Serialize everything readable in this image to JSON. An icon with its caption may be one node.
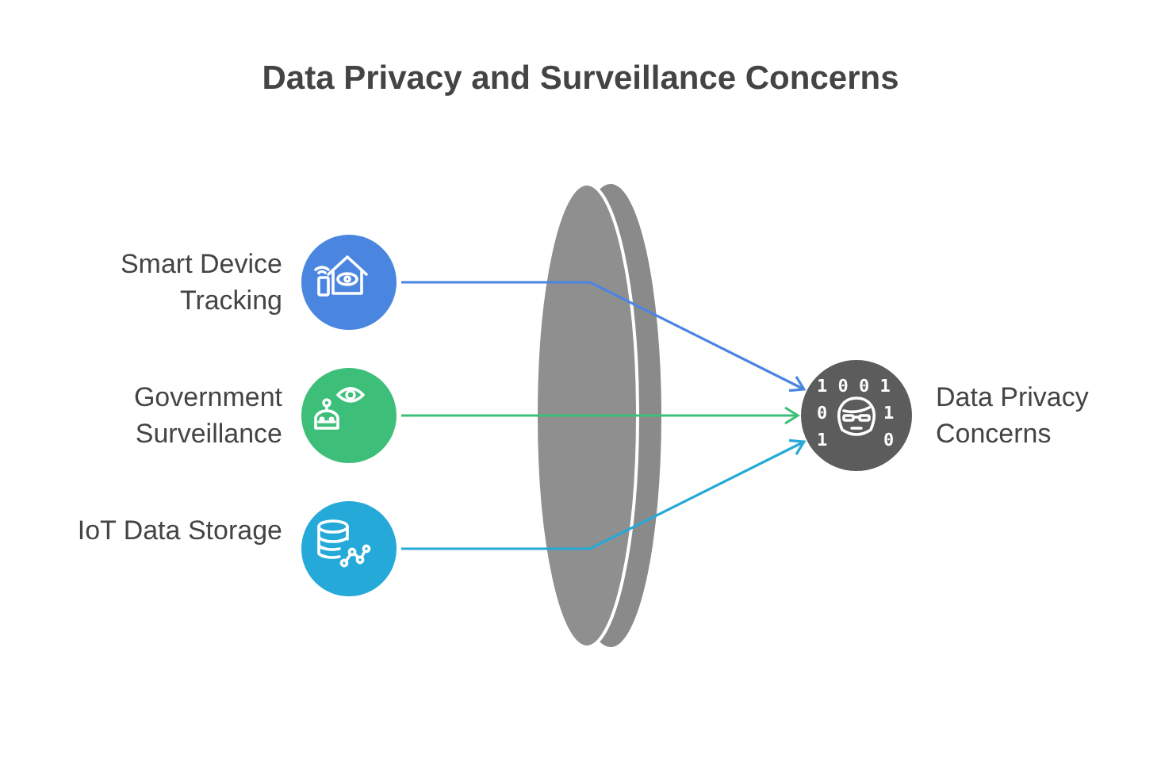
{
  "diagram": {
    "title": "Data Privacy and Surveillance Concerns",
    "nodes": [
      {
        "text": [],
        "shape": "circle",
        "beside": [
          "Smart Device Tracking"
        ]
      },
      {
        "text": [],
        "shape": "circle",
        "beside": [
          "Government Surveillance"
        ]
      },
      {
        "text": [],
        "shape": "circle",
        "beside": [
          "IoT Data Storage"
        ]
      },
      {
        "text": [],
        "shape": "circle",
        "beside": [
          "Data Privacy Concerns"
        ]
      }
    ],
    "edges": [
      {
        "from": 0,
        "to": 3,
        "arrow": "to",
        "color": "#4a86e0"
      },
      {
        "from": 1,
        "to": 3,
        "arrow": "to",
        "color": "#3dbf7a"
      },
      {
        "from": 2,
        "to": 3,
        "arrow": "to",
        "color": "#25a9d8"
      }
    ],
    "labels": [
      "1 0 0 1",
      "0",
      "1",
      "1",
      "0"
    ]
  }
}
